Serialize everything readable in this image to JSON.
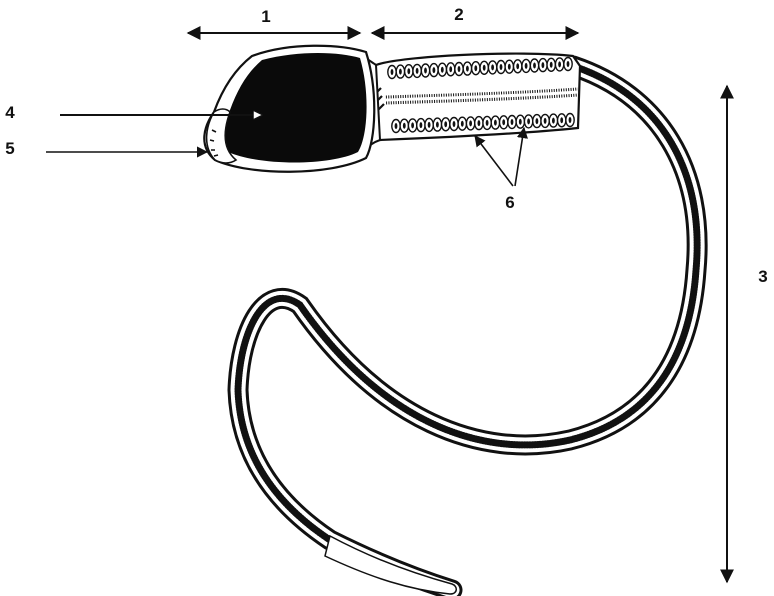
{
  "labels": {
    "head": "1",
    "midpiece": "2",
    "tail": "3",
    "nucleus": "4",
    "acrosome": "5",
    "mitochondria": "6"
  },
  "colors": {
    "ink": "#111111",
    "background": "#ffffff",
    "nucleus_fill": "#0a0a0a"
  }
}
